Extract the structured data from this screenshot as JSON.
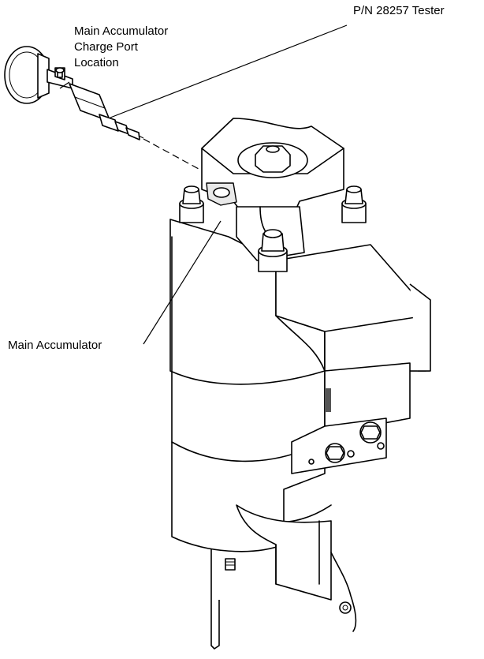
{
  "labels": {
    "tester": "P/N 28257 Tester",
    "charge_port_line1": "Main Accumulator",
    "charge_port_line2": "Charge Port",
    "charge_port_line3": "Location",
    "main_accumulator": "Main Accumulator"
  }
}
